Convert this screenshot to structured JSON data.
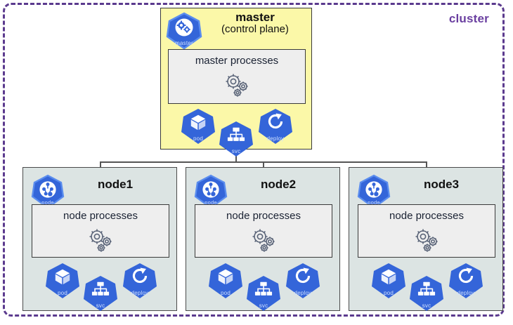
{
  "cluster": {
    "label": "cluster",
    "border_color": "#5b3a8e",
    "label_color": "#6a3fa0"
  },
  "master": {
    "title": "master",
    "subtitle": "(control plane)",
    "badge_caption": "master",
    "box_color": "#fbf8a8",
    "processes": {
      "label": "master processes",
      "icon": "gears-icon",
      "box_color": "#eeeeee"
    },
    "resources": [
      {
        "caption": "pod",
        "icon": "cube-icon"
      },
      {
        "caption": "svc",
        "icon": "hierarchy-icon"
      },
      {
        "caption": "deploy",
        "icon": "refresh-arrow-icon"
      }
    ]
  },
  "nodes": [
    {
      "title": "node1",
      "badge_caption": "node",
      "box_color": "#dce4e3",
      "processes": {
        "label": "node processes",
        "icon": "gears-icon"
      },
      "resources": [
        {
          "caption": "pod",
          "icon": "cube-icon"
        },
        {
          "caption": "svc",
          "icon": "hierarchy-icon"
        },
        {
          "caption": "deploy",
          "icon": "refresh-arrow-icon"
        }
      ]
    },
    {
      "title": "node2",
      "badge_caption": "node",
      "box_color": "#dce4e3",
      "processes": {
        "label": "node processes",
        "icon": "gears-icon"
      },
      "resources": [
        {
          "caption": "pod",
          "icon": "cube-icon"
        },
        {
          "caption": "svc",
          "icon": "hierarchy-icon"
        },
        {
          "caption": "deploy",
          "icon": "refresh-arrow-icon"
        }
      ]
    },
    {
      "title": "node3",
      "badge_caption": "node",
      "box_color": "#dce4e3",
      "processes": {
        "label": "node processes",
        "icon": "gears-icon"
      },
      "resources": [
        {
          "caption": "pod",
          "icon": "cube-icon"
        },
        {
          "caption": "svc",
          "icon": "hierarchy-icon"
        },
        {
          "caption": "deploy",
          "icon": "refresh-arrow-icon"
        }
      ]
    }
  ],
  "colors": {
    "k8s_blue": "#3465d9",
    "badge_border": "#5b8dee",
    "line": "#555555",
    "text": "#111111"
  }
}
